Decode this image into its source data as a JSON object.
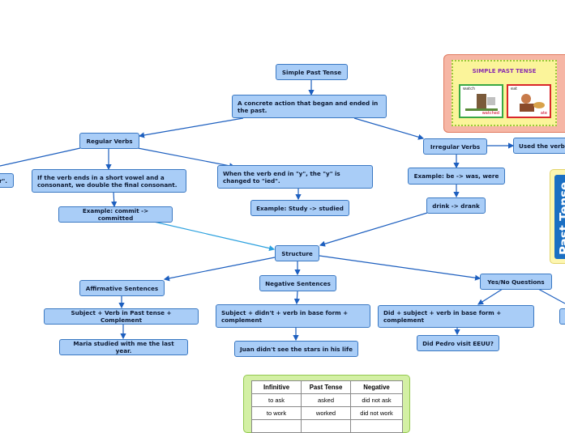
{
  "nodes": {
    "simple_past": "Simple Past Tense",
    "concrete_action": "A concrete action that began and ended in the past.",
    "regular_verbs": "Regular Verbs",
    "irregular_verbs": "Irregular Verbs",
    "used_the_verb": "Used the verb",
    "left_cut": "r\".",
    "short_vowel": "If the verb ends in a short vowel and a consonant, we double the final consonant.",
    "verb_y": "When the verb end in \"y\", the \"y\" is changed to \"ied\".",
    "example_be": "Example: be -> was, were",
    "example_commit": "Example: commit -> committed",
    "example_study": "Example: Study -> studied",
    "drink": "drink -> drank",
    "structure": "Structure",
    "affirmative": "Affirmative Sentences",
    "negative": "Negative Sentences",
    "yes_no": "Yes/No Questions",
    "aff_formula": "Subject + Verb in Past tense + Complement",
    "neg_formula": "Subject + didn't + verb in base form + complement",
    "q_formula": "Did + subject + verb in base form + complement",
    "aff_example": "Maria studied with me the last year.",
    "neg_example": "Juan didn't see the stars in his life",
    "q_example": "Did Pedro visit EEUU?"
  },
  "image_card": {
    "title": "SIMPLE PAST TENSE",
    "pic1_label": "watch",
    "pic1_label2": "watched",
    "pic2_label": "eat",
    "pic2_label2": "ate"
  },
  "side_tab": {
    "text": "Past Tense"
  },
  "table": {
    "headers": [
      "Infinitive",
      "Past Tense",
      "Negative"
    ],
    "rows": [
      [
        "to ask",
        "asked",
        "did not ask"
      ],
      [
        "to work",
        "worked",
        "did not work"
      ]
    ]
  },
  "colors": {
    "node_fill": "#a9cdf7",
    "node_border": "#3a78c2",
    "edge": "#1d5fbf",
    "edge_light": "#2aa0de"
  }
}
